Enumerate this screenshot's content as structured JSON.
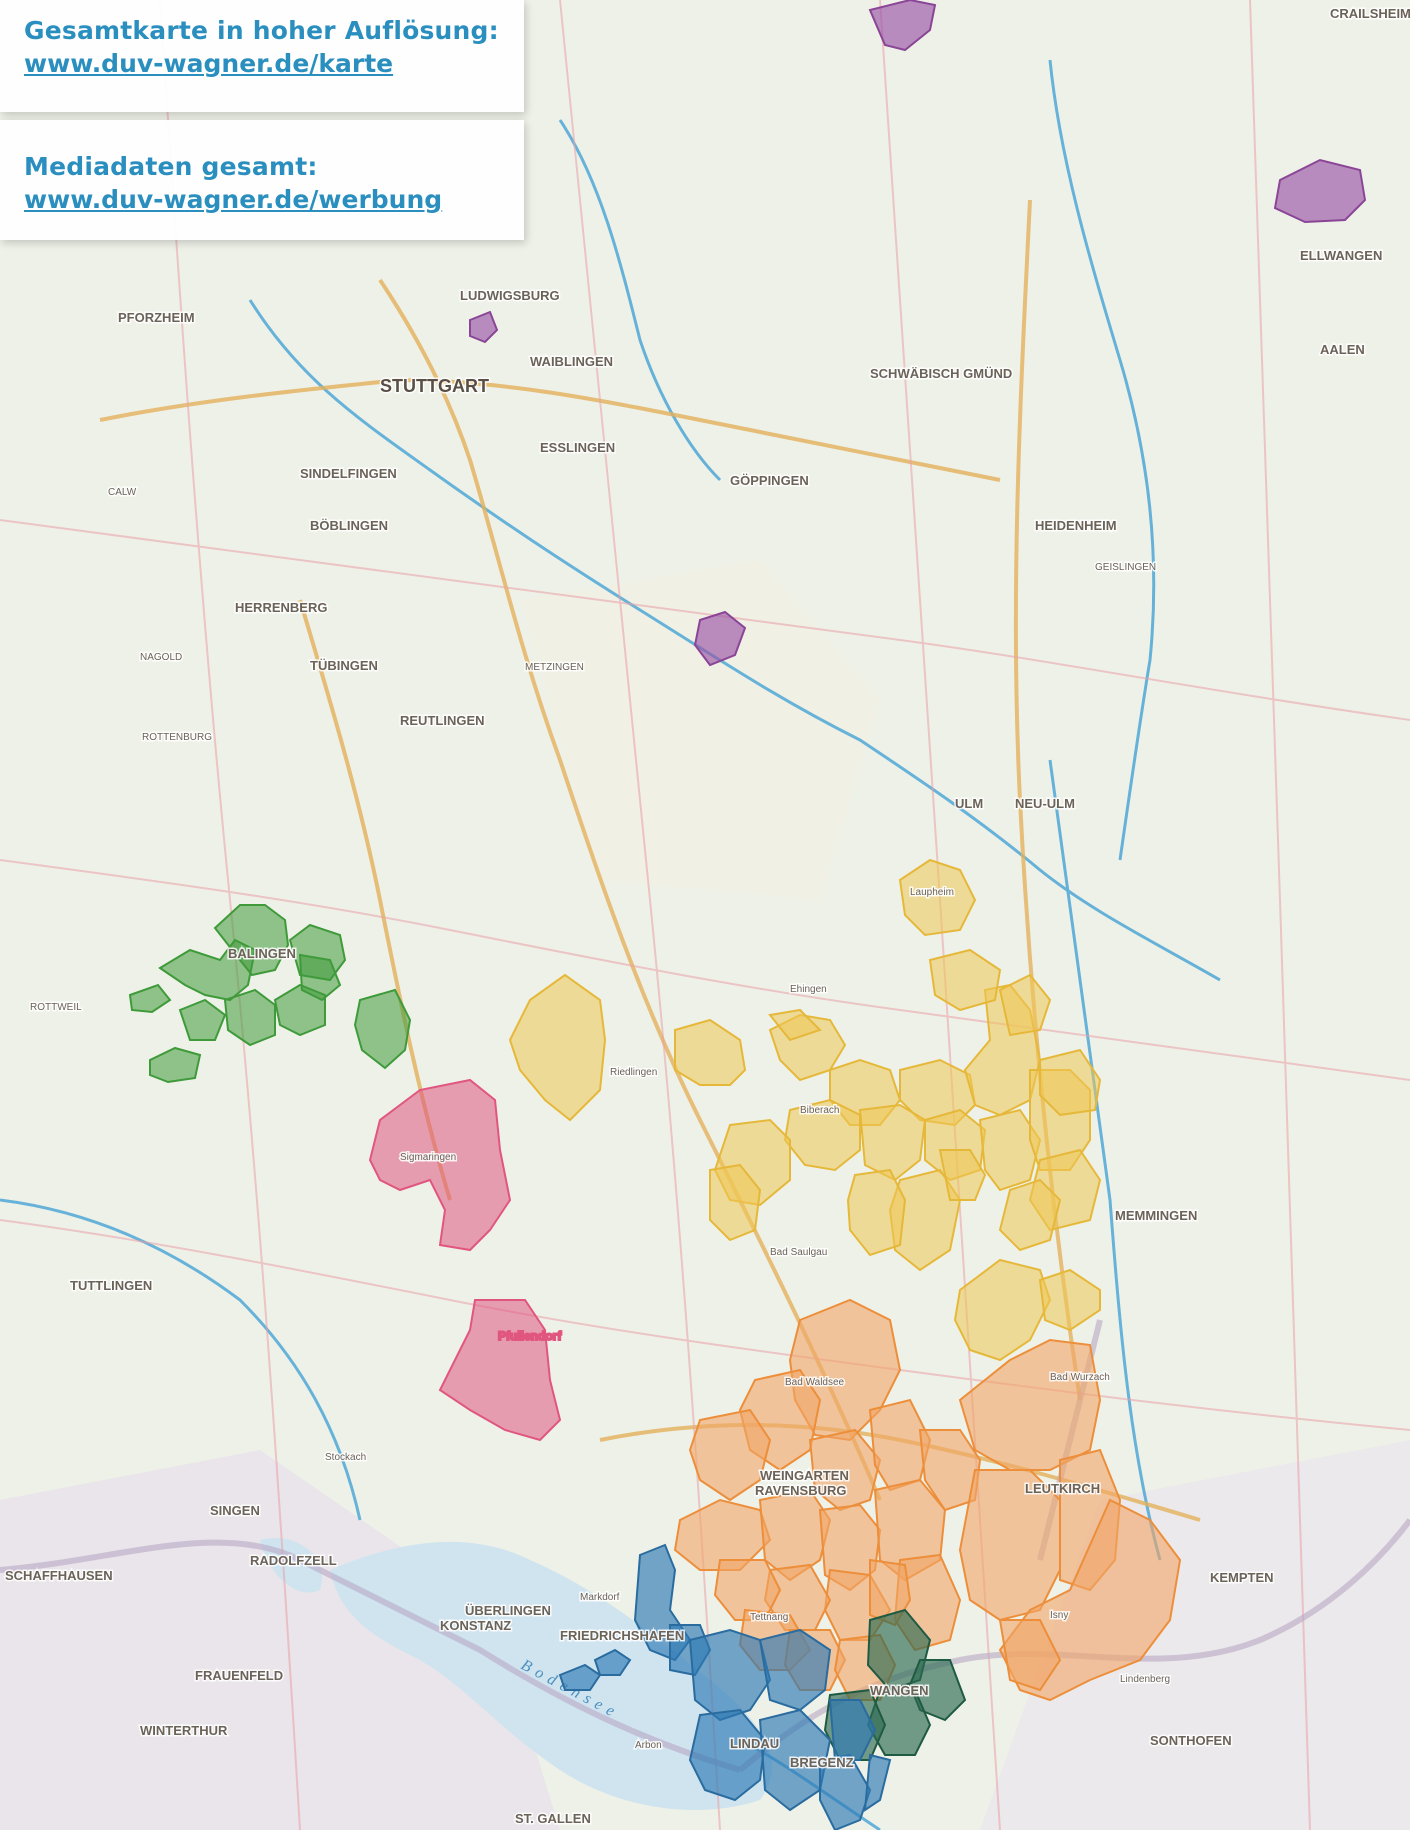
{
  "colors": {
    "panel_text": "#2a8fbf",
    "land": "#eef1e8",
    "water": "#cfe4ef",
    "river": "#4fa7d6",
    "road_major": "#e3b15c",
    "road_minor": "#e9a0a8",
    "border": "#b9a8c4",
    "region_green": "#3f9a3a",
    "region_pink": "#e0567f",
    "region_yellow": "#efc754",
    "region_orange": "#f2a565",
    "region_blue": "#2e7ab3",
    "region_darkteal": "#2d6a52",
    "region_purple": "#9a55a6"
  },
  "panels": {
    "karte": {
      "heading": "Gesamtkarte in hoher Auflösung:",
      "link": "www.duv-wagner.de/karte"
    },
    "werbung": {
      "heading": "Mediadaten gesamt:",
      "link": "www.duv-wagner.de/werbung"
    }
  },
  "map": {
    "cities": [
      {
        "name": "STUTTGART",
        "size": "big"
      },
      {
        "name": "PFORZHEIM",
        "size": "mid"
      },
      {
        "name": "CRAILSHEIM",
        "size": "mid"
      },
      {
        "name": "ELLWANGEN",
        "size": "mid"
      },
      {
        "name": "AALEN",
        "size": "mid"
      },
      {
        "name": "SCHWÄBISCH GMÜND",
        "size": "mid"
      },
      {
        "name": "WAIBLINGEN",
        "size": "mid"
      },
      {
        "name": "LUDWIGSBURG",
        "size": "mid"
      },
      {
        "name": "ESSLINGEN",
        "size": "mid"
      },
      {
        "name": "GÖPPINGEN",
        "size": "mid"
      },
      {
        "name": "HEIDENHEIM",
        "size": "mid"
      },
      {
        "name": "SINDELFINGEN",
        "size": "mid"
      },
      {
        "name": "BÖBLINGEN",
        "size": "mid"
      },
      {
        "name": "CALW",
        "size": "small"
      },
      {
        "name": "HERRENBERG",
        "size": "mid"
      },
      {
        "name": "NAGOLD",
        "size": "small"
      },
      {
        "name": "TÜBINGEN",
        "size": "mid"
      },
      {
        "name": "REUTLINGEN",
        "size": "mid"
      },
      {
        "name": "METZINGEN",
        "size": "small"
      },
      {
        "name": "ROTTENBURG",
        "size": "small"
      },
      {
        "name": "GEISLINGEN",
        "size": "small"
      },
      {
        "name": "ULM",
        "size": "mid"
      },
      {
        "name": "NEU-ULM",
        "size": "mid"
      },
      {
        "name": "BALINGEN",
        "size": "mid"
      },
      {
        "name": "ROTTWEIL",
        "size": "small"
      },
      {
        "name": "Sigmaringen",
        "size": "small"
      },
      {
        "name": "Riedlingen",
        "size": "small"
      },
      {
        "name": "Laupheim",
        "size": "small"
      },
      {
        "name": "Ehingen",
        "size": "small"
      },
      {
        "name": "Biberach",
        "size": "small"
      },
      {
        "name": "MEMMINGEN",
        "size": "mid"
      },
      {
        "name": "TUTTLINGEN",
        "size": "mid"
      },
      {
        "name": "SINGEN",
        "size": "mid"
      },
      {
        "name": "RADOLFZELL",
        "size": "mid"
      },
      {
        "name": "KONSTANZ",
        "size": "mid"
      },
      {
        "name": "ÜBERLINGEN",
        "size": "mid"
      },
      {
        "name": "FRIEDRICHSHAFEN",
        "size": "mid"
      },
      {
        "name": "SCHAFFHAUSEN",
        "size": "mid"
      },
      {
        "name": "FRAUENFELD",
        "size": "mid"
      },
      {
        "name": "WINTERTHUR",
        "size": "mid"
      },
      {
        "name": "ST. GALLEN",
        "size": "mid"
      },
      {
        "name": "BREGENZ",
        "size": "mid"
      },
      {
        "name": "LINDAU",
        "size": "mid"
      },
      {
        "name": "WANGEN",
        "size": "mid"
      },
      {
        "name": "LEUTKIRCH",
        "size": "mid"
      },
      {
        "name": "KEMPTEN",
        "size": "mid"
      },
      {
        "name": "RAVENSBURG",
        "size": "mid"
      },
      {
        "name": "WEINGARTEN",
        "size": "mid"
      },
      {
        "name": "Bad Waldsee",
        "size": "small"
      },
      {
        "name": "Bad Wurzach",
        "size": "small"
      },
      {
        "name": "SONTHOFEN",
        "size": "mid"
      },
      {
        "name": "Markdorf",
        "size": "small"
      },
      {
        "name": "Tettnang",
        "size": "small"
      },
      {
        "name": "Pfullendorf",
        "size": "small"
      },
      {
        "name": "Bad Saulgau",
        "size": "small"
      },
      {
        "name": "Stockach",
        "size": "small"
      },
      {
        "name": "Arbon",
        "size": "small"
      },
      {
        "name": "Isny",
        "size": "small"
      },
      {
        "name": "Lindenberg",
        "size": "small"
      }
    ],
    "lake_label": "Bodensee",
    "region_labels": [
      "Pfullendorf"
    ]
  }
}
